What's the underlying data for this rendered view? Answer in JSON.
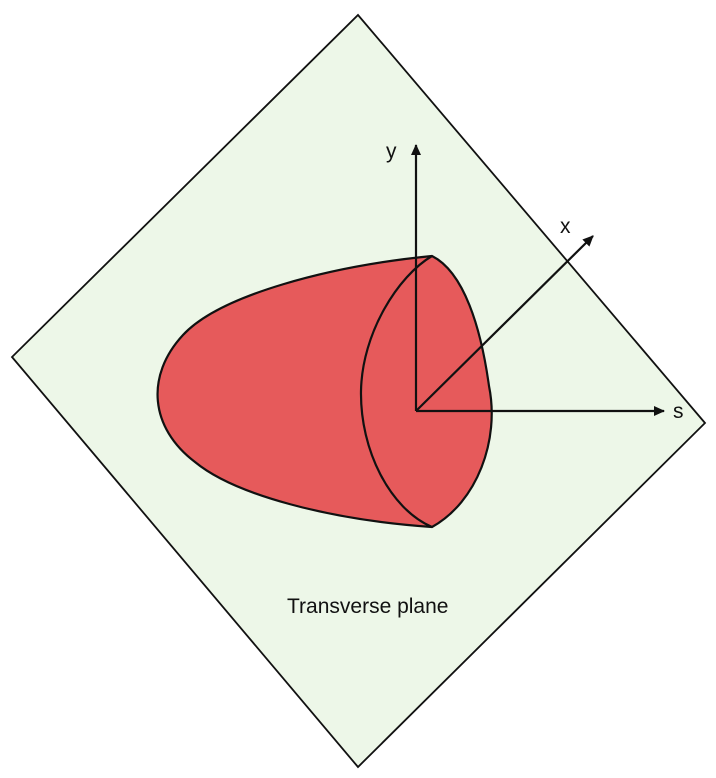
{
  "diagram": {
    "plane_label": "Transverse plane",
    "axes": {
      "y": "y",
      "x": "x",
      "s": "s"
    },
    "colors": {
      "plane_fill": "#edf7e8",
      "plane_stroke": "#111111",
      "shape_fill": "#e65a5b",
      "shape_stroke": "#111111",
      "axis_stroke": "#111111"
    }
  }
}
